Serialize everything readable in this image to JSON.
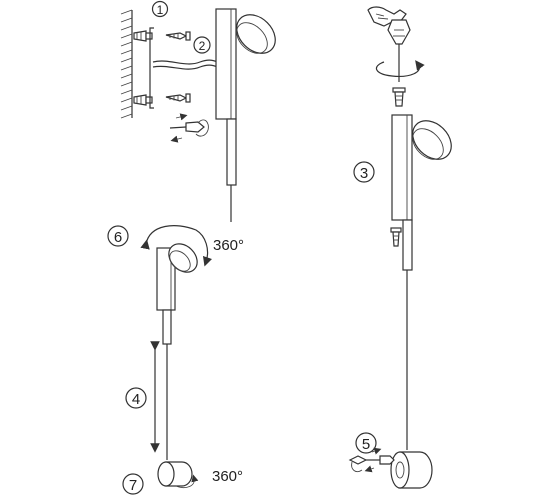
{
  "steps": [
    {
      "number": "1"
    },
    {
      "number": "2"
    },
    {
      "number": "3"
    },
    {
      "number": "4"
    },
    {
      "number": "5"
    },
    {
      "number": "6"
    },
    {
      "number": "7"
    }
  ],
  "rotation_labels": {
    "head": "360°",
    "base": "360°"
  },
  "icons": [
    "wall-hatch-icon",
    "wall-plug-icon",
    "screw-icon",
    "cable-icon",
    "screwdriver-icon",
    "hand-icon",
    "lamp-fixture-icon",
    "rotate-arrow-icon",
    "double-arrow-icon"
  ]
}
